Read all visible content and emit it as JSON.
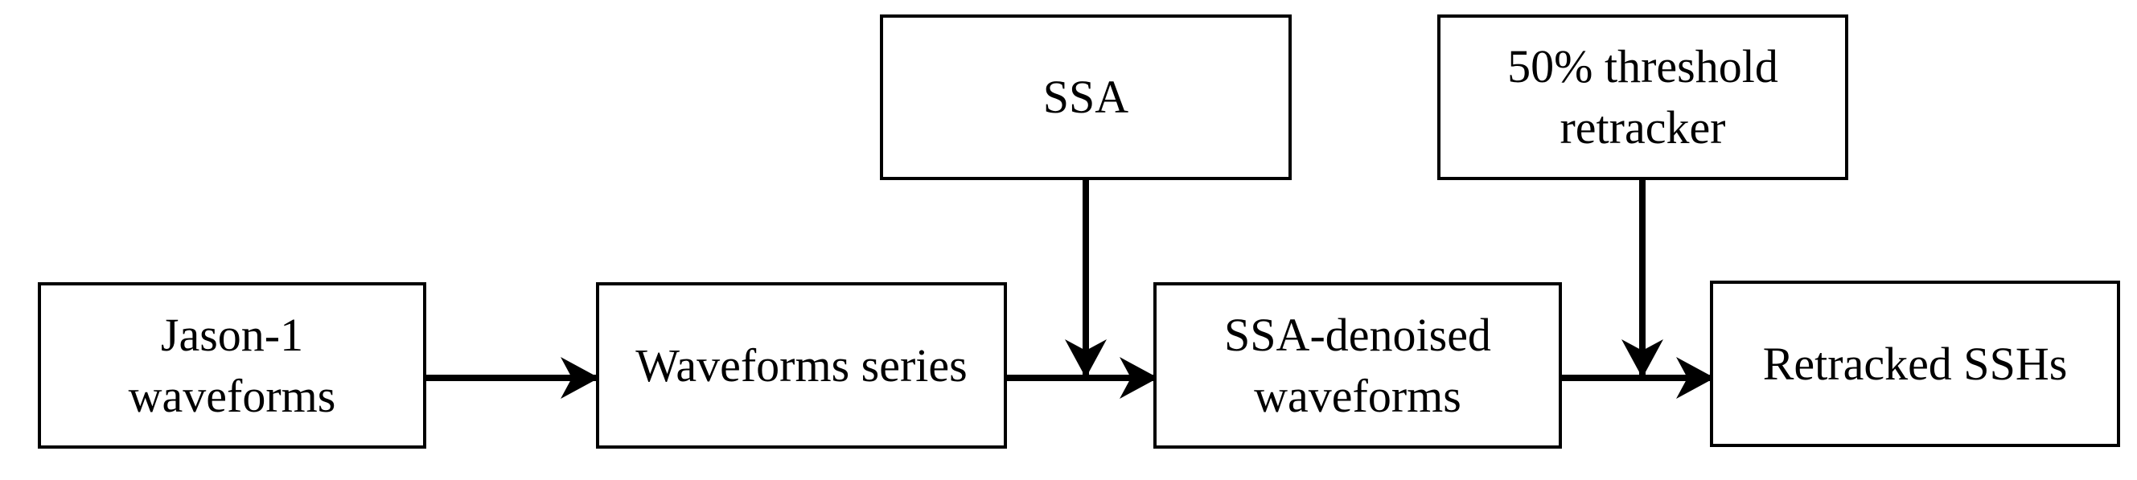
{
  "diagram": {
    "nodes": {
      "jason_waveforms": "Jason-1\nwaveforms",
      "waveforms_series": "Waveforms series",
      "ssa": "SSA",
      "ssa_denoised": "SSA-denoised\nwaveforms",
      "threshold_retracker": "50% threshold\nretracker",
      "retracked_sshs": "Retracked SSHs"
    },
    "edges": [
      {
        "from": "jason_waveforms",
        "to": "waveforms_series"
      },
      {
        "from": "waveforms_series",
        "to": "ssa_denoised"
      },
      {
        "from": "ssa",
        "to": "waveforms_series-to-ssa_denoised"
      },
      {
        "from": "ssa_denoised",
        "to": "retracked_sshs"
      },
      {
        "from": "threshold_retracker",
        "to": "ssa_denoised-to-retracked_sshs"
      }
    ],
    "colors": {
      "line": "#000000",
      "box_border": "#000000",
      "background": "#ffffff"
    }
  }
}
